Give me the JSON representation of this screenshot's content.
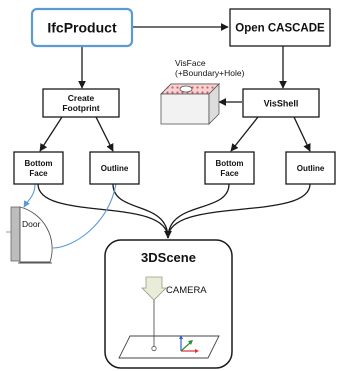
{
  "nodes": {
    "ifcproduct": "IfcProduct",
    "open_cascade": "Open CASCADE",
    "visface_line1": "VisFace",
    "visface_line2": "(+Boundary+Hole)",
    "create_footprint_line1": "Create",
    "create_footprint_line2": "Footprint",
    "visshell": "VisShell",
    "bottom_face_left_line1": "Bottom",
    "bottom_face_left_line2": "Face",
    "outline_left": "Outline",
    "bottom_face_right_line1": "Bottom",
    "bottom_face_right_line2": "Face",
    "outline_right": "Outline",
    "door": "Door",
    "scene": "3DScene",
    "camera": "CAMERA"
  },
  "colors": {
    "ifcproduct_border": "#5b9bd5",
    "connector": "#1a1a1a",
    "door_link": "#5b9bd5",
    "visface_pattern": "#e6848a",
    "axis_x": "#e03030",
    "axis_y": "#2f8a3a",
    "axis_z": "#3060d0",
    "camera_arrow_fill": "#e8ecd8"
  }
}
